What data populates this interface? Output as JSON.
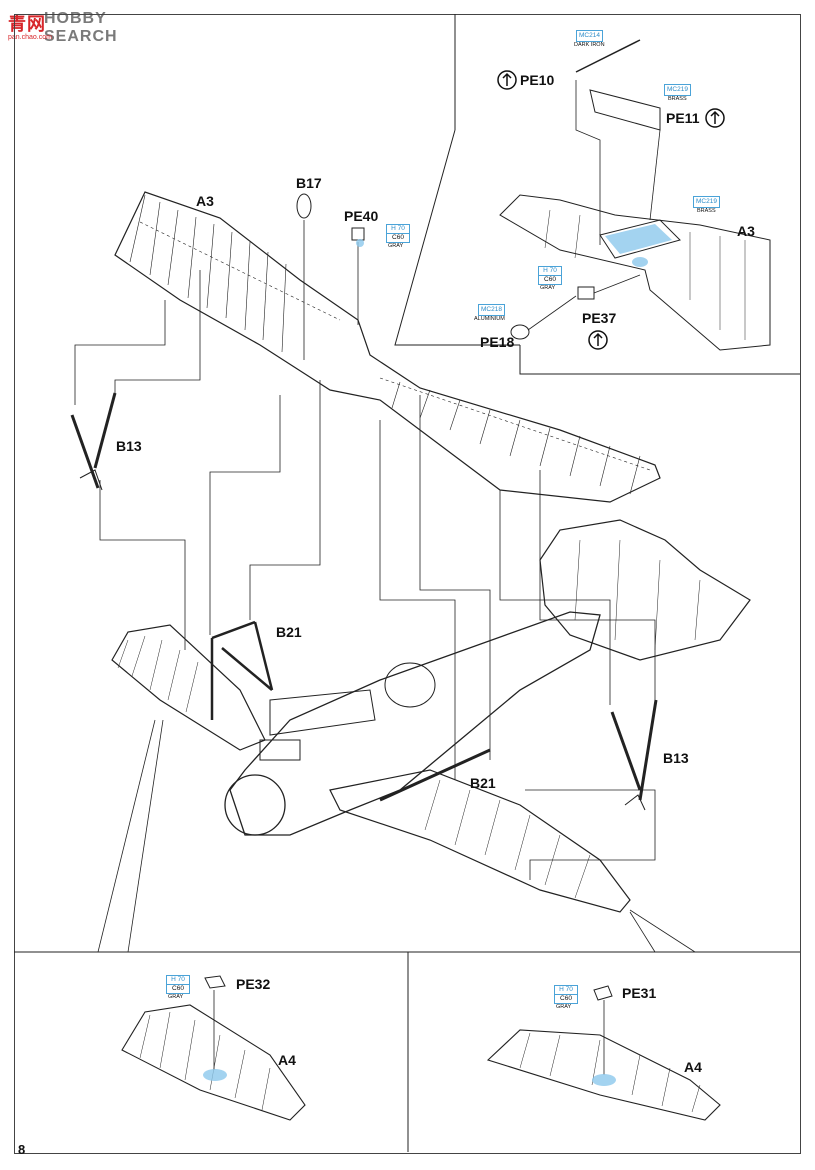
{
  "watermark": {
    "logo": "青网",
    "text": "HOBBY SEARCH",
    "url": "pan.chao.com"
  },
  "page_number": "8",
  "labels": {
    "a3_main": "A3",
    "b17": "B17",
    "pe40": "PE40",
    "b13_left": "B13",
    "b21_left": "B21",
    "b21_right": "B21",
    "b13_right": "B13",
    "pe10": "PE10",
    "pe11": "PE11",
    "a3_inset": "A3",
    "pe37": "PE37",
    "pe18": "PE18",
    "pe32": "PE32",
    "a4_left": "A4",
    "pe31": "PE31",
    "a4_right": "A4"
  },
  "paint_codes": {
    "pe40": {
      "h": "H 70",
      "c": "C60",
      "name": "GRAY"
    },
    "pe37": {
      "h": "H 70",
      "c": "C60",
      "name": "GRAY"
    },
    "pe32": {
      "h": "H 70",
      "c": "C60",
      "name": "GRAY"
    },
    "pe31": {
      "h": "H 70",
      "c": "C60",
      "name": "GRAY"
    }
  },
  "metal_codes": {
    "pe10": {
      "code": "MC214",
      "name": "DARK IRON"
    },
    "pe11": {
      "code": "MC219",
      "name": "BRASS"
    },
    "inset_plate": {
      "code": "MC219",
      "name": "BRASS"
    },
    "pe18": {
      "code": "MC218",
      "name": "ALUMINIUM"
    }
  },
  "colors": {
    "callout_blue": "#4aa3d8",
    "highlight_blue": "#8cc8ec",
    "line": "#222222"
  }
}
